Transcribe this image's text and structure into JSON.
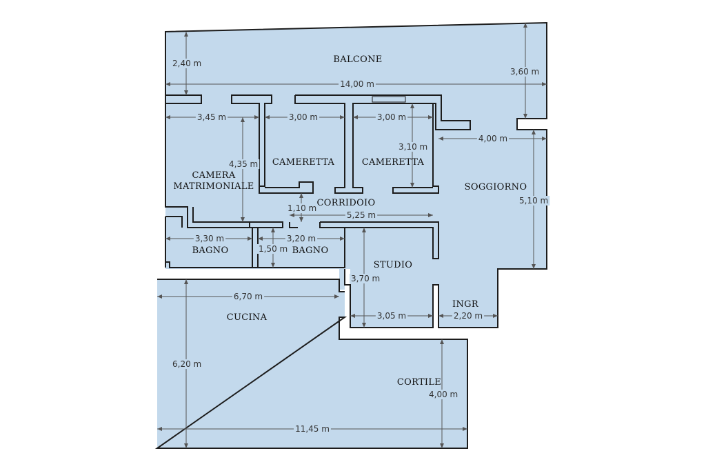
{
  "rooms": {
    "balcone": "BALCONE",
    "cameretta_1": "CAMERETTA",
    "cameretta_2": "CAMERETTA",
    "camera_line1": "CAMERA",
    "camera_line2": "MATRIMONIALE",
    "corridoio": "CORRIDOIO",
    "soggiorno": "SOGGIORNO",
    "bagno_1": "BAGNO",
    "bagno_2": "BAGNO",
    "studio": "STUDIO",
    "ingr": "INGR",
    "cucina": "CUCINA",
    "cortile": "CORTILE"
  },
  "dimensions": {
    "balcone_height": "2,40 m",
    "balcone_width": "14,00 m",
    "balcone_right": "3,60 m",
    "camera_width": "3,45 m",
    "camera_height": "4,35 m",
    "cameretta1_width": "3,00 m",
    "cameretta2_width": "3,00 m",
    "cameretta2_height": "3,10 m",
    "soggiorno_width": "4,00 m",
    "soggiorno_height": "5,10 m",
    "corridoio_gap": "1,10 m",
    "corridoio_length": "5,25 m",
    "bagno1_width": "3,30 m",
    "bagno2_width": "3,20 m",
    "bagno2_height": "1,50 m",
    "studio_height": "3,70 m",
    "studio_width": "3,05 m",
    "ingr_width": "2,20 m",
    "cucina_width": "6,70 m",
    "cucina_height": "6,20 m",
    "cortile_height": "4,00 m",
    "total_width": "11,45 m"
  },
  "colors": {
    "floor": "#c3d9ec",
    "wall": "#1c1c1c"
  }
}
